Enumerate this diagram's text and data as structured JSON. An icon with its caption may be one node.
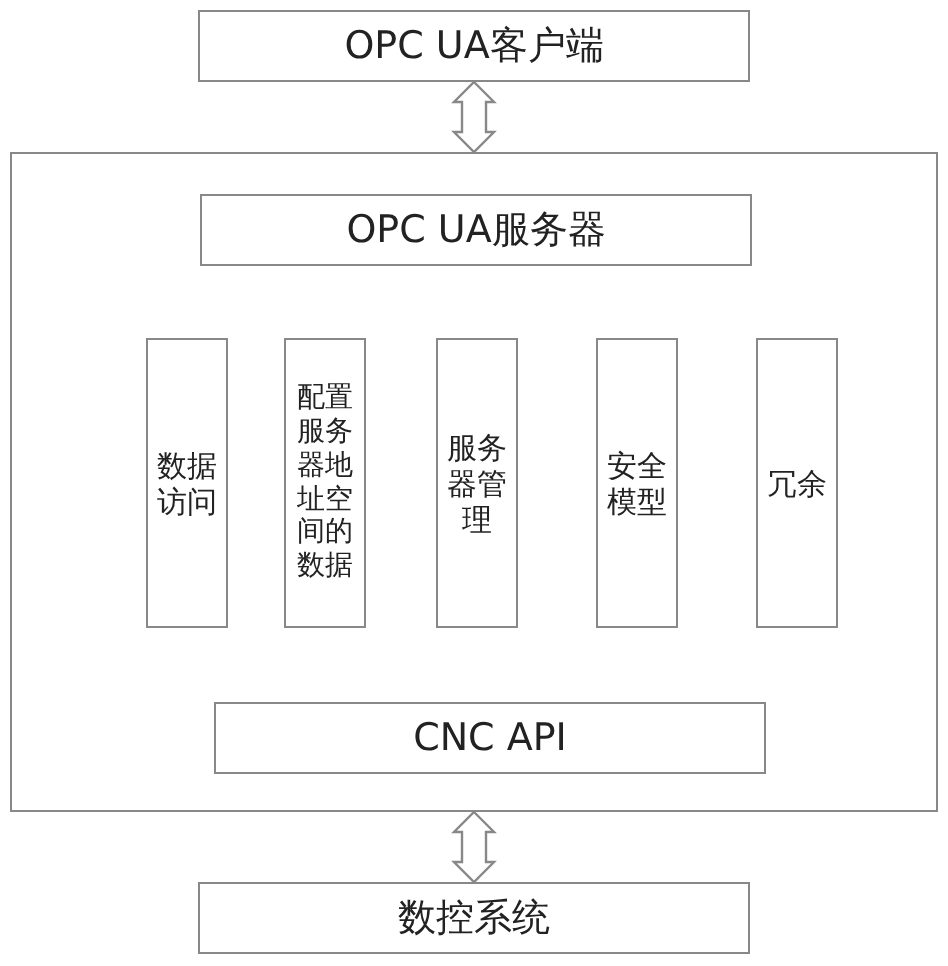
{
  "diagram": {
    "nodes": [
      {
        "text": [
          "OPC UA客户端"
        ]
      },
      {
        "text": [],
        "shape": "box"
      },
      {
        "text": [
          "OPC UA服务器"
        ],
        "in": 1
      },
      {
        "text": [
          "数据访问"
        ],
        "in": 1
      },
      {
        "text": [
          "配置服务器地址空间的数据"
        ],
        "in": 1
      },
      {
        "text": [
          "服务器管理"
        ],
        "in": 1
      },
      {
        "text": [
          "安全模型"
        ],
        "in": 1
      },
      {
        "text": [
          "冗余"
        ],
        "in": 1
      },
      {
        "text": [
          "CNC API"
        ],
        "in": 1
      },
      {
        "text": [
          "数控系统"
        ]
      }
    ],
    "edges": [
      {
        "from": 0,
        "to": 1,
        "arrow": "both"
      },
      {
        "from": 1,
        "to": 9,
        "arrow": "both"
      }
    ]
  }
}
